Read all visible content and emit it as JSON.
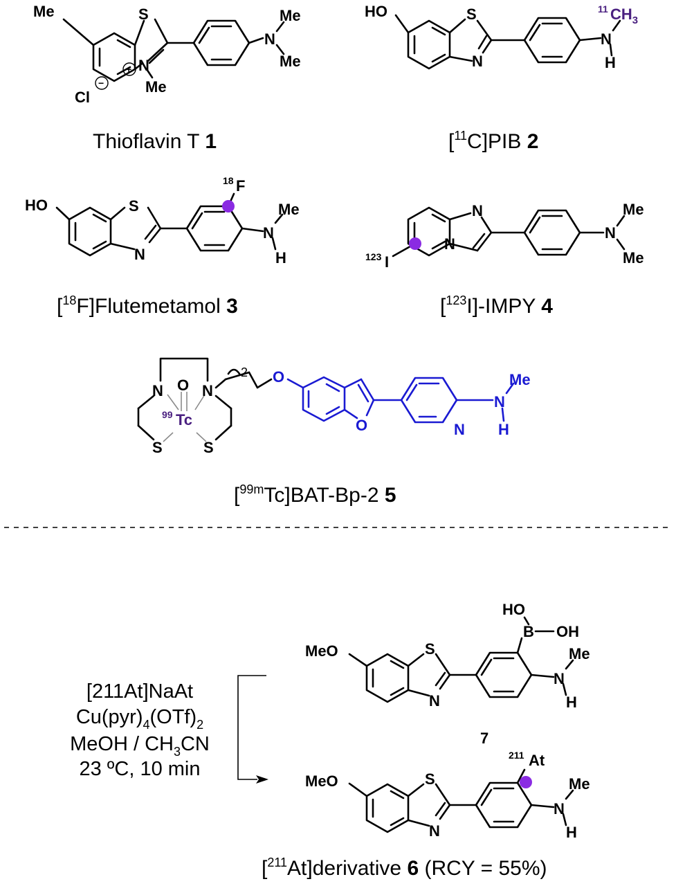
{
  "colors": {
    "black": "#000000",
    "blue": "#1a1ad2",
    "purple_label": "#4a2080",
    "purple_dot": "#8a2be2",
    "divider": "#000000"
  },
  "compounds": {
    "thioflavin": {
      "atoms": {
        "me1": "Me",
        "s": "S",
        "n": "N",
        "me_n": "Me",
        "nme2_n": "N",
        "me_a": "Me",
        "me_b": "Me",
        "cl": "Cl",
        "minus": "−",
        "plus": "+"
      },
      "name": "Thioflavin T ",
      "number": "1"
    },
    "pib": {
      "atoms": {
        "ho": "HO",
        "s": "S",
        "n": "N",
        "nh_n": "N",
        "h": "H",
        "ch": "CH",
        "sub3": "3",
        "iso": "11"
      },
      "name_pre": "[",
      "name_sup": "11",
      "name_post": "C]PIB ",
      "number": "2"
    },
    "flutemetamol": {
      "atoms": {
        "ho": "HO",
        "s": "S",
        "n": "N",
        "f": "F",
        "iso": "18",
        "nh_n": "N",
        "h": "H",
        "me": "Me"
      },
      "name_pre": "[",
      "name_sup": "18",
      "name_post": "F]Flutemetamol ",
      "number": "3"
    },
    "impy": {
      "atoms": {
        "i": "I",
        "iso": "123",
        "n1": "N",
        "n2": "N",
        "nme2_n": "N",
        "me_a": "Me",
        "me_b": "Me"
      },
      "name_pre": "[",
      "name_sup": "123",
      "name_post": "I]-IMPY ",
      "number": "4"
    },
    "bat": {
      "atoms": {
        "n1": "N",
        "n2": "N",
        "o_tc": "O",
        "tc": "Tc",
        "iso": "99",
        "s1": "S",
        "s2": "S",
        "two": "2",
        "o_link": "O",
        "o_furan": "O",
        "n_pyr": "N",
        "nh_n": "N",
        "h": "H",
        "me": "Me"
      },
      "name_pre": "[",
      "name_sup": "99m",
      "name_post": "Tc]BAT-Bp-2  ",
      "number": "5"
    },
    "boronic": {
      "atoms": {
        "meo": "MeO",
        "s": "S",
        "n": "N",
        "ho": "HO",
        "b": "B",
        "oh": "OH",
        "nh_n": "N",
        "h": "H",
        "me": "Me"
      },
      "number": "7"
    },
    "astatine": {
      "atoms": {
        "meo": "MeO",
        "s": "S",
        "n": "N",
        "at": "At",
        "iso": "211",
        "nh_n": "N",
        "h": "H",
        "me": "Me"
      },
      "name_pre": "[",
      "name_sup": "211",
      "name_post": "At]derivative ",
      "number": "6",
      "name_tail": " (RCY = 55%)"
    }
  },
  "conditions": {
    "line1": "[211At]NaAt",
    "line2_pre": "Cu(pyr)",
    "line2_sub1": "4",
    "line2_mid": "(OTf)",
    "line2_sub2": "2",
    "line3_pre": "MeOH / CH",
    "line3_sub": "3",
    "line3_post": "CN",
    "line4": "23 ºC, 10 min"
  }
}
